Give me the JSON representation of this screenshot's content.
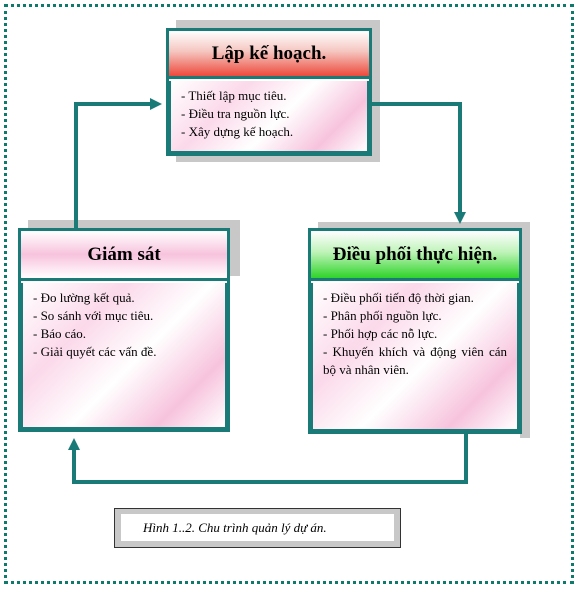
{
  "plan": {
    "title": "Lập kế hoạch.",
    "items": [
      "- Thiết lập mục tiêu.",
      "- Điều tra nguồn lực.",
      "- Xây dựng kế hoạch."
    ]
  },
  "monitor": {
    "title": "Giám sát",
    "items": [
      "- Đo lường kết quả.",
      "- So sánh với mục tiêu.",
      "- Báo cáo.",
      "- Giải quyết các vấn đề."
    ]
  },
  "coordinate": {
    "title": "Điều phối thực hiện.",
    "items": [
      "- Điều phối tiến độ thời gian.",
      "- Phân phối nguồn lực.",
      "- Phối hợp các nỗ lực.",
      "- Khuyến khích và động viên cán bộ và nhân viên."
    ]
  },
  "caption": "Hình 1..2.  Chu trình quản lý dự án.",
  "colors": {
    "border": "#1a7a78",
    "frame_dots": "#0d7a6b",
    "plan_header": "#e8352e",
    "coord_header": "#35d62e",
    "monitor_header": "#f2a6cf"
  }
}
